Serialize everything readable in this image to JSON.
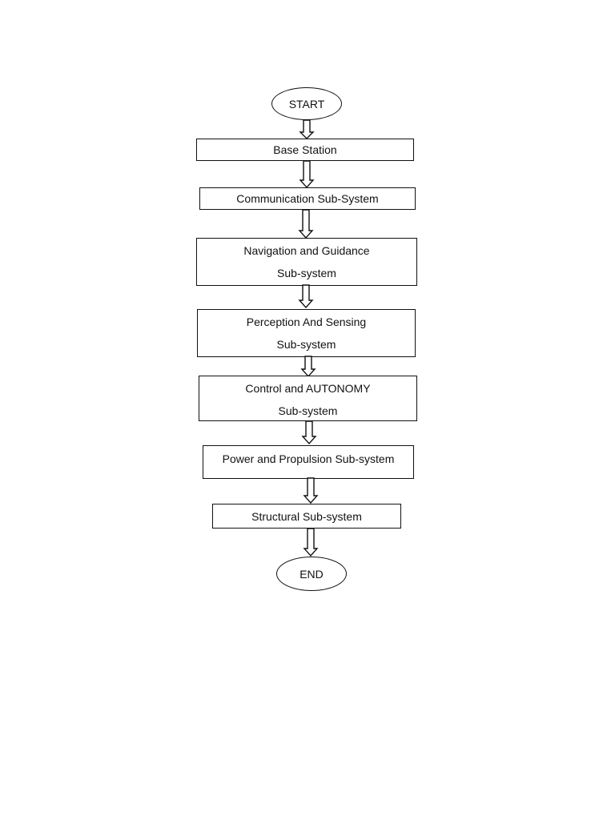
{
  "flowchart": {
    "start": "START",
    "end": "END",
    "steps": [
      {
        "line1": "Base Station",
        "line2": ""
      },
      {
        "line1": "Communication Sub-System",
        "line2": ""
      },
      {
        "line1": "Navigation and Guidance",
        "line2": "Sub-system"
      },
      {
        "line1": "Perception And Sensing",
        "line2": "Sub-system"
      },
      {
        "line1": "Control and AUTONOMY",
        "line2": "Sub-system"
      },
      {
        "line1": "Power and Propulsion Sub-system",
        "line2": ""
      },
      {
        "line1": "Structural Sub-system",
        "line2": ""
      }
    ],
    "colors": {
      "stroke": "#111111",
      "fill": "#ffffff"
    }
  }
}
